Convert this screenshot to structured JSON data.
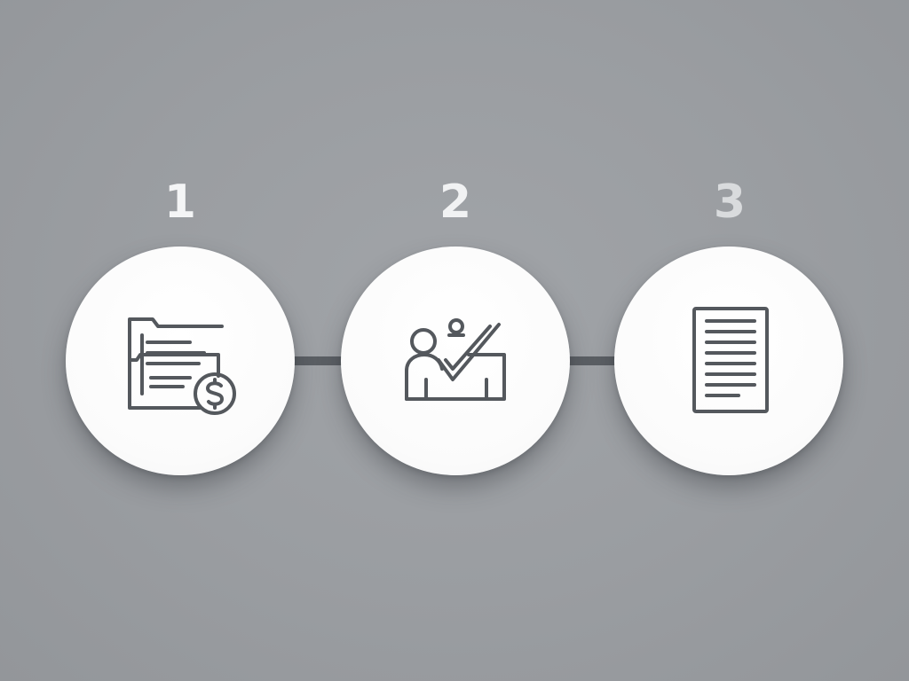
{
  "steps": [
    {
      "number": "1",
      "icon": "folder-document-dollar-icon"
    },
    {
      "number": "2",
      "icon": "person-checkmark-icon"
    },
    {
      "number": "3",
      "icon": "document-lines-icon"
    }
  ],
  "colors": {
    "background": "#9b9ea2",
    "circle": "#ffffff",
    "connector": "#5b5f64",
    "icon_stroke": "#54585d"
  }
}
